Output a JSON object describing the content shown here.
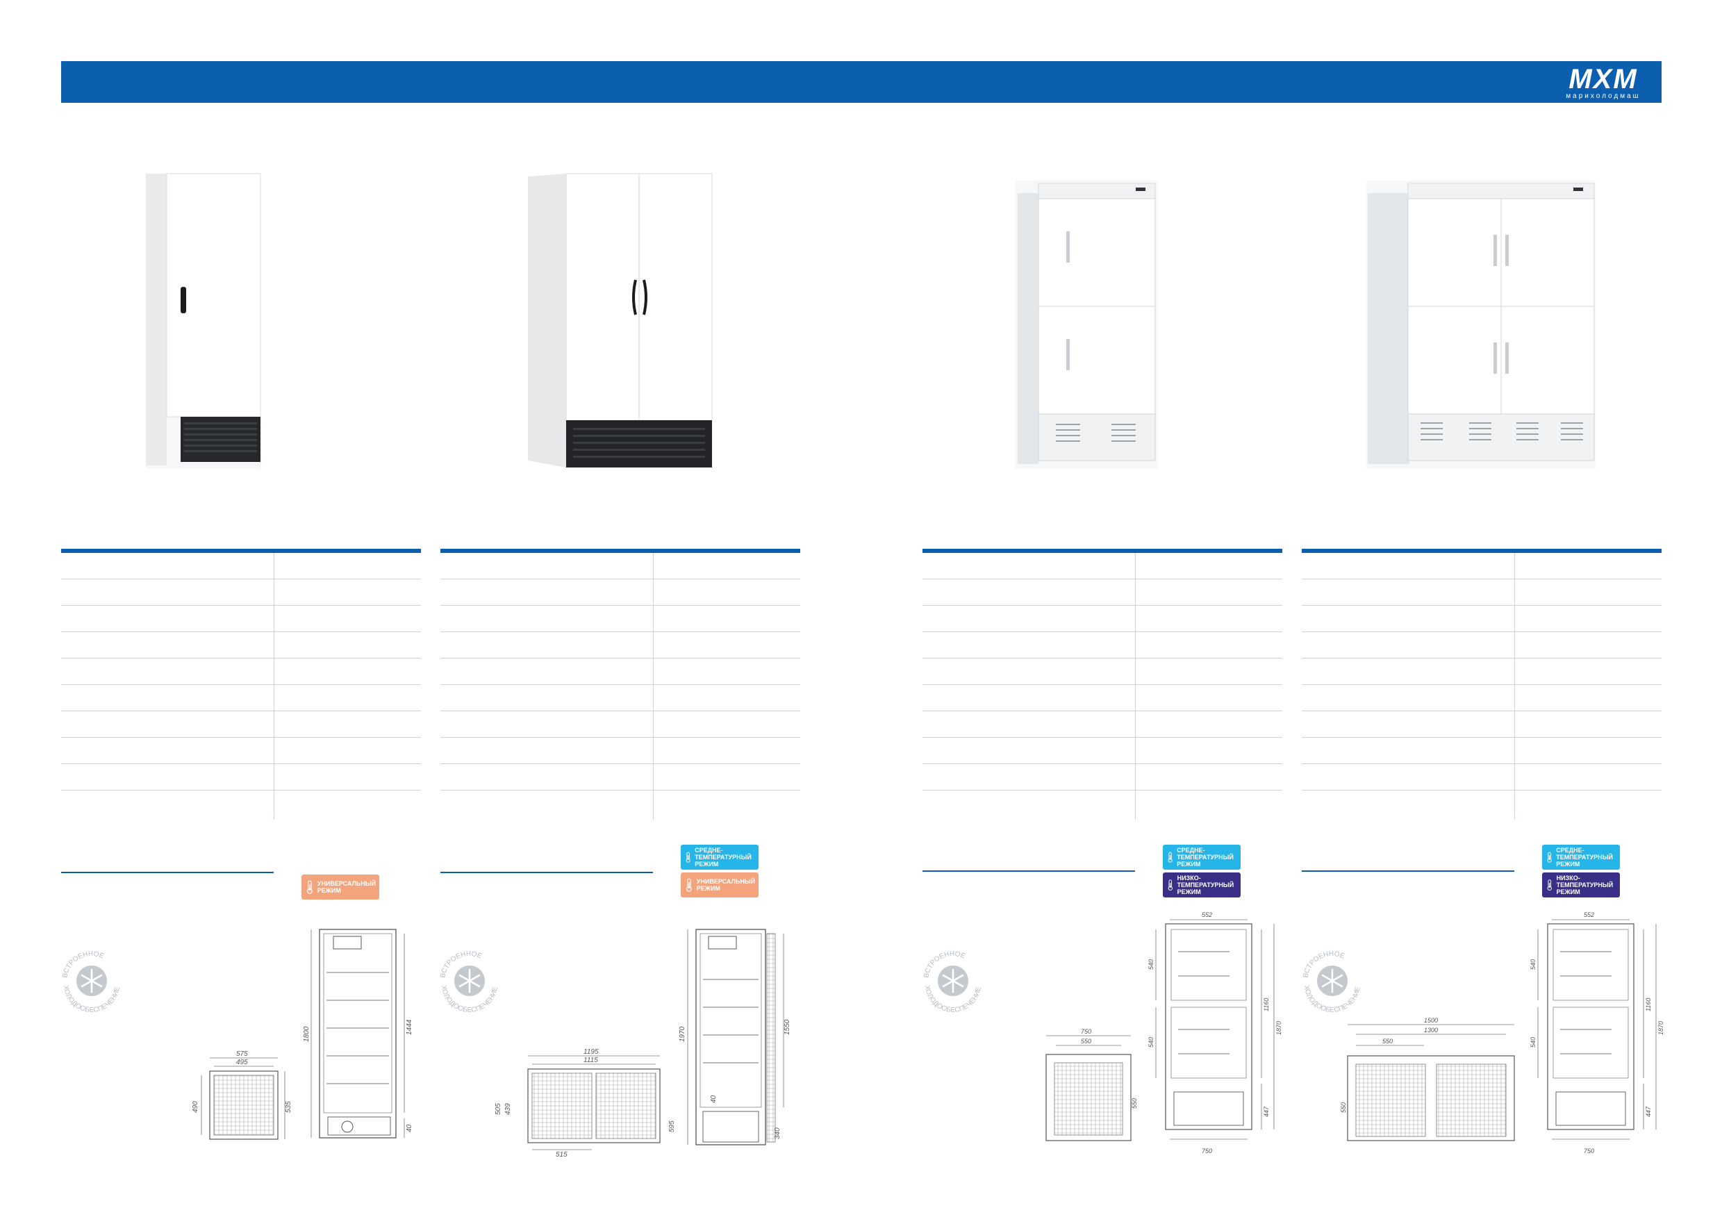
{
  "header": {
    "logo_main": "МХМ",
    "logo_sub": "марихолодмаш"
  },
  "columns": [
    {
      "badges": [
        {
          "label": "УНИВЕРСАЛЬНЫЙ РЕЖИМ",
          "type": "universal"
        }
      ],
      "seal_text": "ВСТРОЕННОЕ ХОЛОДООБЕСПЕЧЕНИЕ",
      "dimensions": {
        "plan_outer_width": "575",
        "plan_inner_width": "495",
        "plan_inner_depth": "490",
        "plan_outer_depth": "535",
        "side_height": "1800",
        "side_inner_height": "1444",
        "side_base": "40"
      }
    },
    {
      "badges": [
        {
          "label": "СРЕДНЕ-ТЕМПЕРАТУРНЫЙ РЕЖИМ",
          "type": "medium"
        },
        {
          "label": "УНИВЕРСАЛЬНЫЙ РЕЖИМ",
          "type": "universal"
        }
      ],
      "seal_text": "ВСТРОЕННОЕ ХОЛОДООБЕСПЕЧЕНИЕ",
      "dimensions": {
        "plan_outer_width": "1195",
        "plan_inner_width": "1115",
        "plan_half_width": "515",
        "plan_outer_depth": "505",
        "plan_inner_depth": "439",
        "plan_side_depth": "595",
        "side_height": "1970",
        "side_inner_height": "1550",
        "side_base": "340",
        "side_foot": "40"
      }
    },
    {
      "badges": [
        {
          "label": "СРЕДНЕ-ТЕМПЕРАТУРНЫЙ РЕЖИМ",
          "type": "medium"
        },
        {
          "label": "НИЗКО-ТЕМПЕРАТУРНЫЙ РЕЖИМ",
          "type": "low"
        }
      ],
      "seal_text": "ВСТРОЕННОЕ ХОЛОДООБЕСПЕЧЕНИЕ",
      "dimensions": {
        "plan_outer_width": "750",
        "plan_inner_width": "550",
        "plan_inner_depth": "550",
        "front_width": "552",
        "front_upper": "540",
        "front_lower": "540",
        "front_inner_height": "1160",
        "front_height": "1870",
        "front_base": "447",
        "front_bottom_width": "750"
      }
    },
    {
      "badges": [
        {
          "label": "СРЕДНЕ-ТЕМПЕРАТУРНЫЙ РЕЖИМ",
          "type": "medium"
        },
        {
          "label": "НИЗКО-ТЕМПЕРАТУРНЫЙ РЕЖИМ",
          "type": "low"
        }
      ],
      "seal_text": "ВСТРОЕННОЕ ХОЛОДООБЕСПЕЧЕНИЕ",
      "dimensions": {
        "plan_outer_width": "1500",
        "plan_inner_width": "1300",
        "plan_half_width": "550",
        "plan_inner_depth": "550",
        "front_width": "552",
        "front_upper": "540",
        "front_lower": "540",
        "front_inner_height": "1160",
        "front_height": "1870",
        "front_base": "447",
        "front_bottom_width": "750"
      }
    }
  ],
  "colors": {
    "brand_blue": "#0b5fae",
    "badge_medium": "#25b5e8",
    "badge_universal": "#f4a47c",
    "badge_low": "#3a2f86"
  }
}
